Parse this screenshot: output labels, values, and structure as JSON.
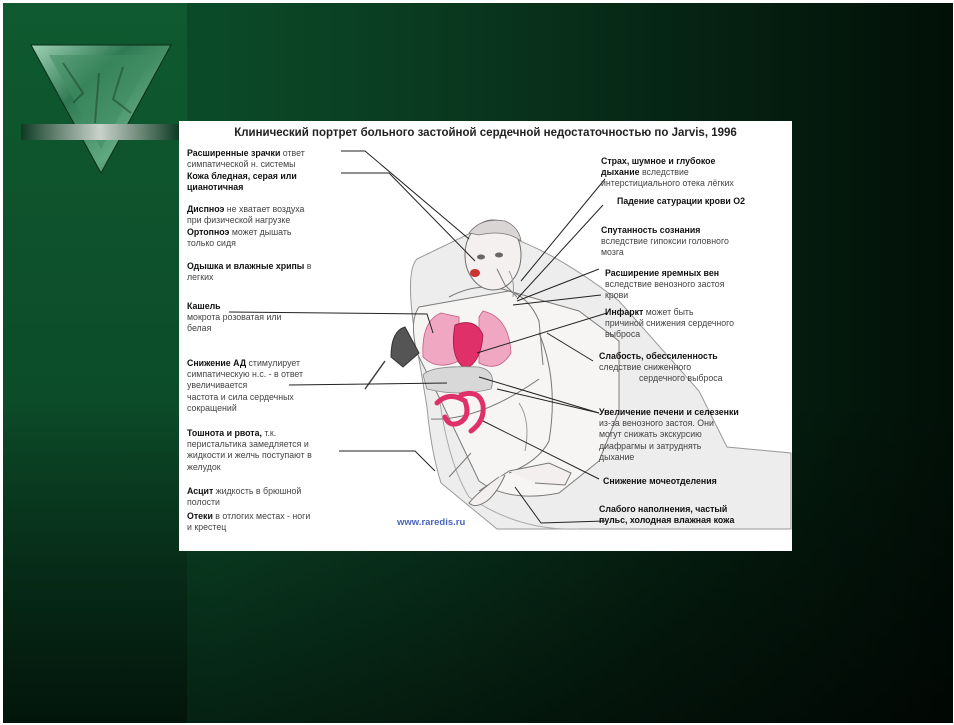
{
  "figure": {
    "title": "Клинический портрет больного застойной сердечной недостаточностью по Jarvis, 1996",
    "watermark": "www.raredis.ru"
  },
  "callouts_left": [
    {
      "id": "pupils",
      "key": "Расширенные зрачки",
      "lines": [
        " ответ",
        "симпатической н. системы"
      ]
    },
    {
      "id": "skin",
      "key": "Кожа бледная, серая или",
      "lines": [
        "цианотичная"
      ],
      "second_bold": true
    },
    {
      "id": "dyspnea",
      "key": "Диспноэ",
      "lines": [
        " не хватает воздуха",
        "при физической нагрузке"
      ]
    },
    {
      "id": "orthopnea",
      "key": "Ортопноэ",
      "lines": [
        " может дышать",
        "только сидя"
      ]
    },
    {
      "id": "rales",
      "key": "Одышка и влажные хрипы",
      "lines": [
        " в",
        "легких"
      ]
    },
    {
      "id": "cough",
      "key": "Кашель",
      "lines": [
        "",
        "мокрота розоватая или",
        "белая"
      ]
    },
    {
      "id": "bp",
      "key": "Снижение АД",
      "lines": [
        " стимулирует",
        "симпатическую н.с. - в ответ",
        "увеличивается",
        "частота и сила сердечных",
        "сокращений"
      ]
    },
    {
      "id": "nausea",
      "key": "Тошнота и рвота,",
      "lines": [
        " т.к.",
        "перистальтика замедляется и",
        "жидкости и желчь поступают в",
        "желудок"
      ]
    },
    {
      "id": "ascites",
      "key": "Асцит",
      "lines": [
        " жидкость в брюшной",
        "полости"
      ]
    },
    {
      "id": "edema",
      "key": "Отеки",
      "lines": [
        " в отлогих местах - ноги",
        "и крестец"
      ]
    }
  ],
  "callouts_right": [
    {
      "id": "fear",
      "key": "Страх, шумное и глубокое",
      "key2": "дыхание",
      "lines": [
        " вследствие",
        "интерстициального отека лёгких"
      ]
    },
    {
      "id": "saturation",
      "key": "Падение сатурации крови О2",
      "lines": []
    },
    {
      "id": "confusion",
      "key": "Спутанность сознания",
      "lines": [
        "вследствие гипоксии головного",
        "мозга"
      ]
    },
    {
      "id": "veins",
      "key": "Расширение яремных вен",
      "lines": [
        "вследствие венозного застоя",
        "крови"
      ]
    },
    {
      "id": "infarct",
      "key": "Инфаркт",
      "lines": [
        " может быть",
        "причиной снижения сердечного",
        "выброса"
      ]
    },
    {
      "id": "weakness",
      "key": "Слабость, обессиленность",
      "lines": [
        "следствие сниженного",
        "сердечного выброса"
      ]
    },
    {
      "id": "liver",
      "key": "Увеличение печени и селезенки",
      "lines": [
        "из-за венозного застоя. Они",
        "могут снижать экскурсию",
        "диафрагмы и затруднять",
        "дыхание"
      ]
    },
    {
      "id": "urine",
      "key": "Снижение мочеотделения",
      "lines": []
    },
    {
      "id": "pulse",
      "key": "Слабого наполнения, частый",
      "key2": "пульс, холодная влажная кожа",
      "lines": []
    }
  ],
  "colors": {
    "background_left": "#0b4a28",
    "background_right": "#021008",
    "organs": "#e0306a",
    "skin_line": "#888888",
    "callout_line": "#222222",
    "watermark": "#4a63b8"
  },
  "icons": [
    "triangle-emblem-icon"
  ]
}
